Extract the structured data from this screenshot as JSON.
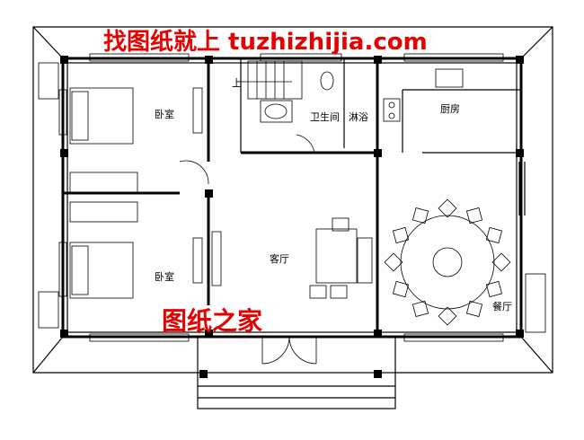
{
  "watermark_top": "找图纸就上 tuzhizhijia.com",
  "watermark_bottom": "图纸之家",
  "watermark_color": "#e60000",
  "rooms": {
    "bedroom_top": "卧室",
    "bedroom_bottom": "卧室",
    "bathroom": "卫生间",
    "shower": "淋浴",
    "kitchen": "厨房",
    "living_room": "客厅",
    "dining_room": "餐厅"
  },
  "stair_label": "上"
}
